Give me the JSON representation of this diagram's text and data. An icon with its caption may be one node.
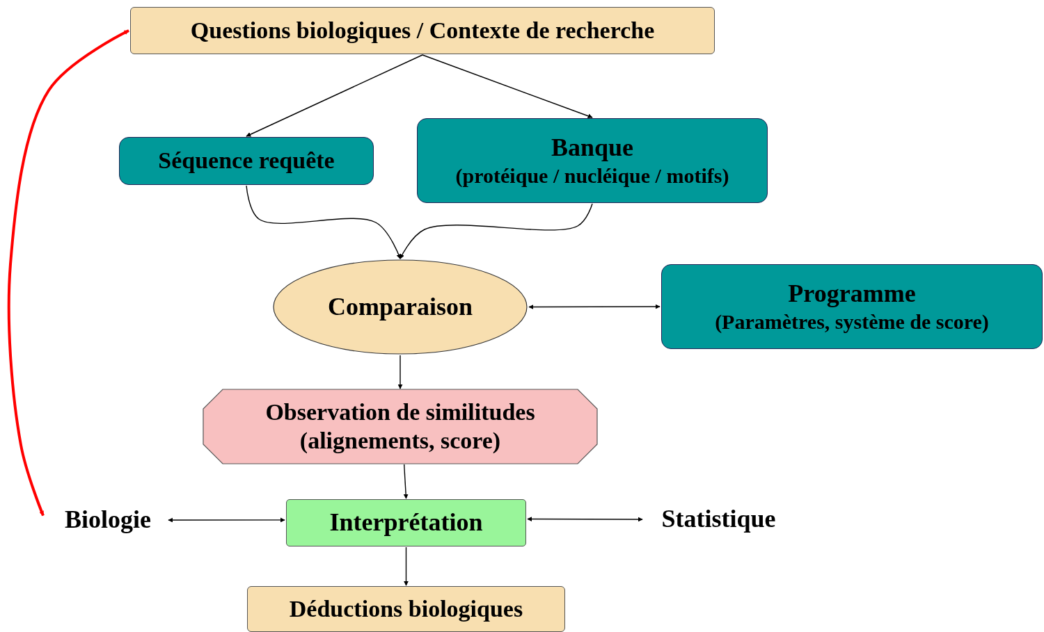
{
  "diagram": {
    "nodes": [
      {
        "text": [
          "Questions biologiques / Contexte de recherche"
        ]
      },
      {
        "text": [
          "Séquence requête"
        ]
      },
      {
        "text": [
          "Banque",
          "(protéique / nucléique / motifs)"
        ]
      },
      {
        "text": [
          "Comparaison"
        ]
      },
      {
        "text": [
          "Programme",
          "(Paramètres, système de score)"
        ]
      },
      {
        "text": [
          "Observation de similitudes (alignements, score)"
        ]
      },
      {
        "text": [
          "Biologie"
        ]
      },
      {
        "text": [
          "Interprétation"
        ]
      },
      {
        "text": [
          "Statistique"
        ]
      },
      {
        "text": [
          "Déductions biologiques"
        ]
      }
    ],
    "edges": [
      {
        "from": 0,
        "to": 1,
        "arrow": "to"
      },
      {
        "from": 0,
        "to": 2,
        "arrow": "to"
      },
      {
        "from": 1,
        "to": 3,
        "arrow": "to"
      },
      {
        "from": 2,
        "to": 3,
        "arrow": "to"
      },
      {
        "from": 3,
        "to": 4,
        "arrow": "both"
      },
      {
        "from": 3,
        "to": 5,
        "arrow": "to"
      },
      {
        "from": 5,
        "to": 7,
        "arrow": "to"
      },
      {
        "from": 7,
        "to": 6,
        "arrow": "both"
      },
      {
        "from": 7,
        "to": 8,
        "arrow": "both"
      },
      {
        "from": 7,
        "to": 9,
        "arrow": "to"
      },
      {
        "from": 6,
        "to": 0,
        "arrow": "both",
        "color": "#ff0000",
        "style": "thick"
      }
    ]
  }
}
